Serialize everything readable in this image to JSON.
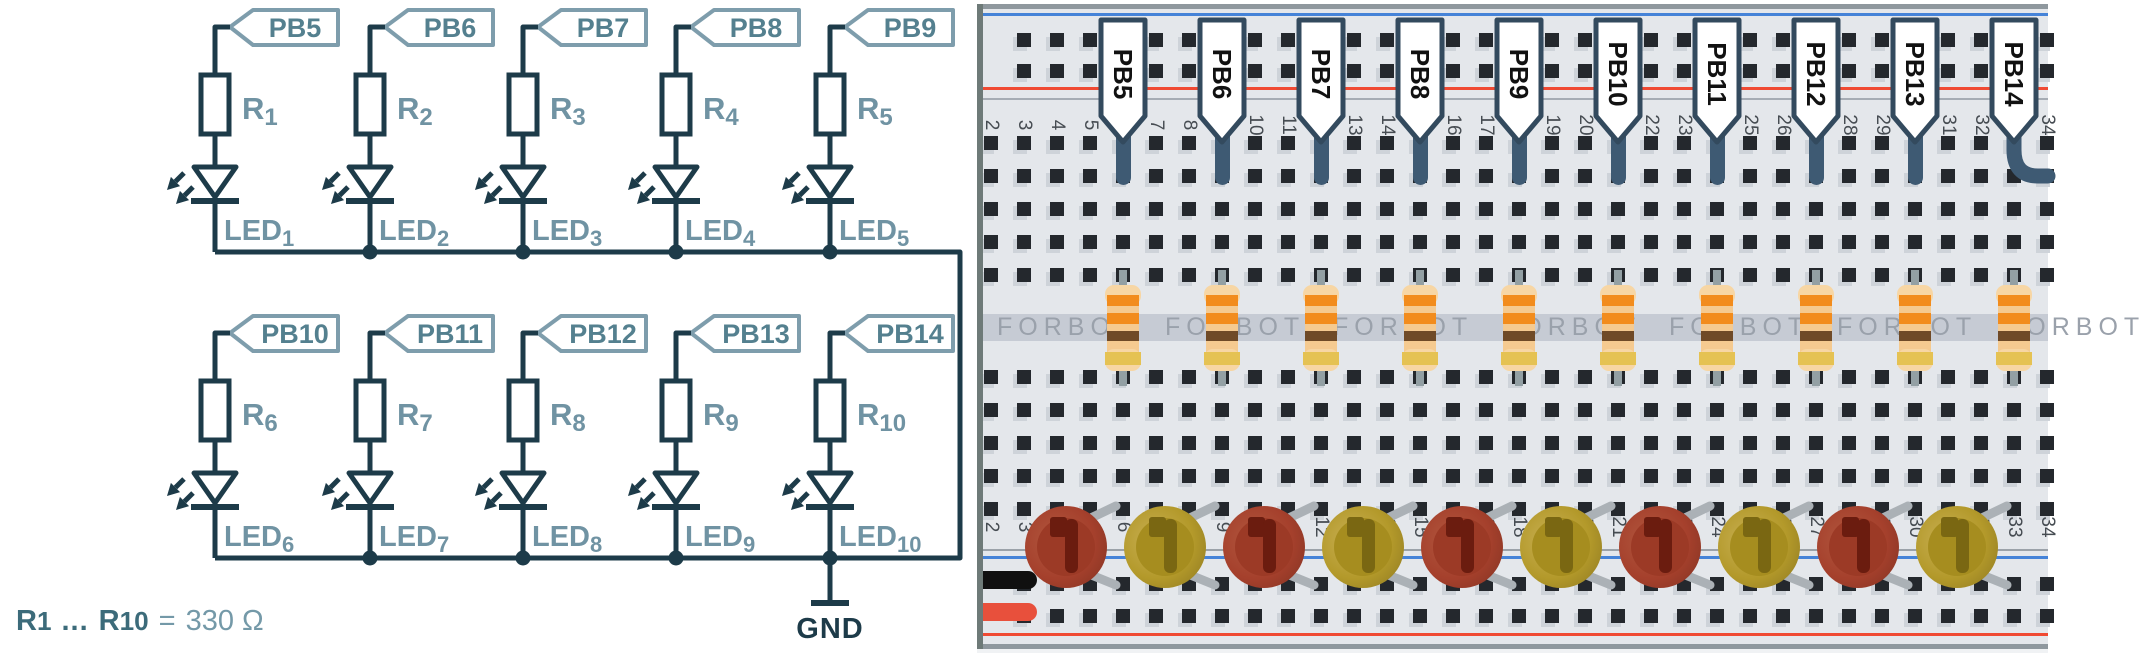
{
  "schematic": {
    "branches": [
      {
        "pin": "PB5",
        "resistor": "R1",
        "led": "LED1"
      },
      {
        "pin": "PB6",
        "resistor": "R2",
        "led": "LED2"
      },
      {
        "pin": "PB7",
        "resistor": "R3",
        "led": "LED3"
      },
      {
        "pin": "PB8",
        "resistor": "R4",
        "led": "LED4"
      },
      {
        "pin": "PB9",
        "resistor": "R5",
        "led": "LED5"
      },
      {
        "pin": "PB10",
        "resistor": "R6",
        "led": "LED6"
      },
      {
        "pin": "PB11",
        "resistor": "R7",
        "led": "LED7"
      },
      {
        "pin": "PB12",
        "resistor": "R8",
        "led": "LED8"
      },
      {
        "pin": "PB13",
        "resistor": "R9",
        "led": "LED9"
      },
      {
        "pin": "PB14",
        "resistor": "R10",
        "led": "LED10"
      }
    ],
    "ground_label": "GND",
    "caption": {
      "lhs_base": "R",
      "lhs_sub": "1",
      "dots": "...",
      "rhs_base": "R",
      "rhs_sub": "10",
      "eq": "=",
      "value": "330 Ω"
    },
    "colors": {
      "wire": "#1d3b49",
      "label": "#7093a3",
      "flag_outline": "#7e9dac",
      "flag_text": "#54808f"
    }
  },
  "breadboard": {
    "wire_labels": [
      "PB5",
      "PB6",
      "PB7",
      "PB8",
      "PB9",
      "PB10",
      "PB11",
      "PB12",
      "PB13",
      "PB14"
    ],
    "column_numbers": {
      "start": 2,
      "end": 34
    },
    "watermark_text": "FORBOT",
    "watermark_repeats": 7,
    "resistors": {
      "count": 10,
      "band_colors": [
        "orange",
        "orange",
        "brown",
        "gold"
      ]
    },
    "leds": {
      "count": 10,
      "colors": [
        "red",
        "yellow",
        "red",
        "yellow",
        "red",
        "yellow",
        "red",
        "yellow",
        "red",
        "yellow"
      ]
    },
    "power_wires": [
      {
        "name": "black-jumper",
        "color": "#101010"
      },
      {
        "name": "red-jumper",
        "color": "#e8503c"
      }
    ],
    "colors": {
      "board_bg": "#e4e7eb",
      "hole": "#24282d",
      "hole_bevel": "#ced3d9",
      "rail_blue": "#4583d8",
      "rail_red": "#f04a33",
      "divider": "#a6acb4",
      "edge": "#8f989e",
      "bottom_strip": "#f0f2f4",
      "channel": "#c6cbd4",
      "watermark": "#9aa1ab",
      "number": "#464c52",
      "flag_border": "#334a5e",
      "flag_fill": "#ffffff",
      "flag_text": "#111111",
      "wire_stub": "#3e5a73",
      "lead": "#abb1b6",
      "resistor_body": "#f5ca90",
      "resistor_cap": "#f7d6a4",
      "band_orange": "#f28c1d",
      "band_brown": "#6f4a27",
      "band_gold": "#e5c253",
      "led_red_body": "#a5402c",
      "led_red_rim": "#b2583f",
      "led_red_inner": "#9c3a26",
      "led_red_core": "#6b1c0f",
      "led_yellow_body": "#b3992a",
      "led_yellow_rim": "#c9b055",
      "led_yellow_inner": "#a68d1f",
      "led_yellow_core": "#7a6712"
    }
  }
}
